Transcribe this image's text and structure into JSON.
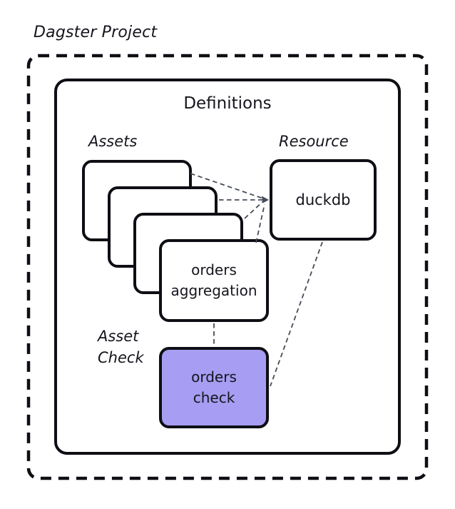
{
  "title": "Dagster Project",
  "definitions": {
    "label": "Definitions"
  },
  "sections": {
    "assets": "Assets",
    "resource": "Resource",
    "asset_check_line1": "Asset",
    "asset_check_line2": "Check"
  },
  "nodes": {
    "orders_aggregation": {
      "line1": "orders",
      "line2": "aggregation"
    },
    "duckdb": {
      "label": "duckdb"
    },
    "orders_check": {
      "line1": "orders",
      "line2": "check"
    }
  },
  "colors": {
    "asset_check_fill": "#a79df2",
    "connector": "#454c59",
    "outline": "#0e0e14"
  }
}
